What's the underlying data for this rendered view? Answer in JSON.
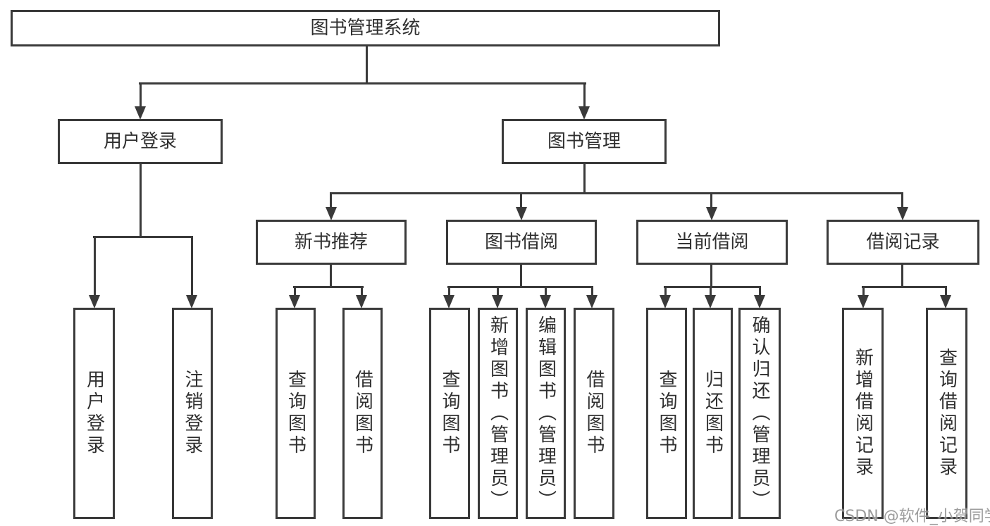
{
  "diagram": {
    "type": "hierarchy-tree",
    "colors": {
      "line": "#3a3a3a",
      "box_fill": "#ffffff",
      "text": "#2f2f2f",
      "background": "#ffffff"
    },
    "root": {
      "label": "图书管理系统"
    },
    "level2": [
      {
        "label": "用户登录"
      },
      {
        "label": "图书管理"
      }
    ],
    "level3": [
      {
        "label": "新书推荐",
        "parent": "图书管理"
      },
      {
        "label": "图书借阅",
        "parent": "图书管理"
      },
      {
        "label": "当前借阅",
        "parent": "图书管理"
      },
      {
        "label": "借阅记录",
        "parent": "图书管理"
      }
    ],
    "leaves": [
      {
        "label": "用户登录",
        "parent": "用户登录"
      },
      {
        "label": "注销登录",
        "parent": "用户登录"
      },
      {
        "label": "查询图书",
        "parent": "新书推荐"
      },
      {
        "label": "借阅图书",
        "parent": "新书推荐"
      },
      {
        "label": "查询图书",
        "parent": "图书借阅"
      },
      {
        "label": "新增图书（管理员）",
        "parent": "图书借阅"
      },
      {
        "label": "编辑图书（管理员）",
        "parent": "图书借阅"
      },
      {
        "label": "借阅图书",
        "parent": "图书借阅"
      },
      {
        "label": "查询图书",
        "parent": "当前借阅"
      },
      {
        "label": "归还图书",
        "parent": "当前借阅"
      },
      {
        "label": "确认归还（管理员）",
        "parent": "当前借阅"
      },
      {
        "label": "新增借阅记录",
        "parent": "借阅记录"
      },
      {
        "label": "查询借阅记录",
        "parent": "借阅记录"
      }
    ]
  },
  "watermark": {
    "text": "CSDN @软件_小贺同学"
  }
}
